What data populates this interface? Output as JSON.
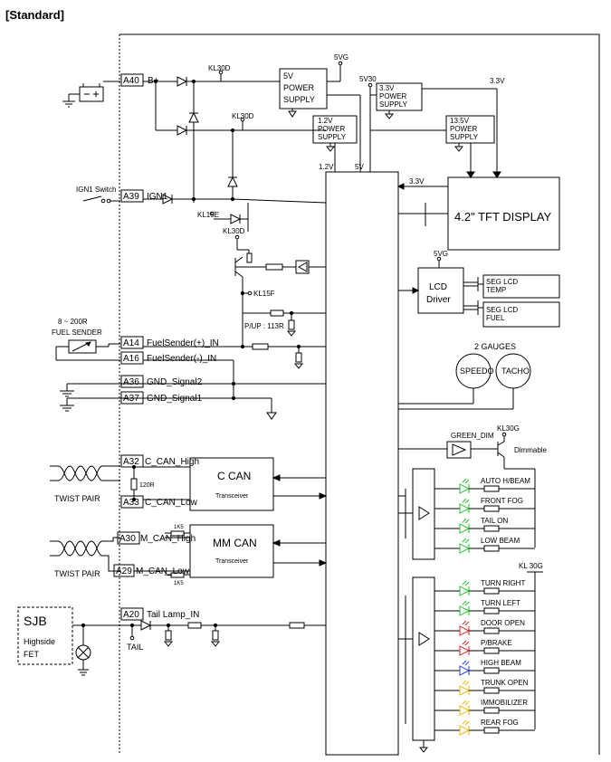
{
  "title": "[Standard]",
  "pins": {
    "A40": "A40",
    "A39": "A39",
    "A14": "A14",
    "A16": "A16",
    "A36": "A36",
    "A37": "A37",
    "A32": "A32",
    "A33": "A33",
    "A30": "A30",
    "A29": "A29",
    "A20": "A20"
  },
  "signals": {
    "bplus": "B+",
    "ign1": "IGN1",
    "fuel_pos": "FuelSender(+)_IN",
    "fuel_neg": "FuelSender(-)_IN",
    "gnd2": "GND_Signal2",
    "gnd1": "GND_Signal1",
    "c_can_high": "C_CAN_High",
    "c_can_low": "C_CAN_Low",
    "m_can_high": "M_CAN_High",
    "m_can_low": "M_CAN_Low",
    "tail_lamp": "Tail Lamp_IN"
  },
  "labels": {
    "ign1_switch": "IGN1 Switch",
    "kl30d": "KL30D",
    "kl15e": "KL15E",
    "kl15f": "KL15F",
    "kl30g": "KL30G",
    "kl30g2": "KL 30G",
    "v5vg": "5VG",
    "v5v30": "5V30",
    "v33": "3.3V",
    "v12": "1.2V",
    "v5": "5V",
    "pup": "P/UP : 113R",
    "fuel_range": "8 ~ 200R",
    "fuel_sender": "FUEL SENDER",
    "r120": "120R",
    "r1k5": "1K5",
    "twist_pair": "TWIST PAIR",
    "green_dim": "GREEN_DIM",
    "dimmable": "Dimmable",
    "two_gauges": "2 GAUGES",
    "tail": "TAIL",
    "sjb": "SJB",
    "highside": "Highside",
    "fet": "FET"
  },
  "power_blocks": {
    "p5v": [
      "5V",
      "POWER",
      "SUPPLY"
    ],
    "p12v": [
      "1.2V",
      "POWER",
      "SUPPLY"
    ],
    "p33v": [
      "3.3V",
      "POWER",
      "SUPPLY"
    ],
    "p135v": [
      "13.5V",
      "POWER",
      "SUPPLY"
    ]
  },
  "blocks": {
    "tft": "4.2\" TFT DISPLAY",
    "lcd_driver": [
      "LCD",
      "Driver"
    ],
    "seg_temp": [
      "SEG LCD",
      "TEMP"
    ],
    "seg_fuel": [
      "SEG LCD",
      "FUEL"
    ],
    "speedo": "SPEEDO",
    "tacho": "TACHO",
    "c_can": "C CAN",
    "mm_can": "MM CAN",
    "transceiver": "Transceiver"
  },
  "lamp_colors": {
    "green": "#22c02a",
    "red": "#e02020",
    "blue": "#1f3fd8",
    "yellow": "#f0b400"
  },
  "indicators_group1": [
    {
      "label": "AUTO H/BEAM",
      "color": "green"
    },
    {
      "label": "FRONT FOG",
      "color": "green"
    },
    {
      "label": "TAIL ON",
      "color": "green"
    },
    {
      "label": "LOW BEAM",
      "color": "green"
    }
  ],
  "indicators_group2": [
    {
      "label": "TURN RIGHT",
      "color": "green"
    },
    {
      "label": "TURN LEFT",
      "color": "green"
    },
    {
      "label": "DOOR OPEN",
      "color": "red"
    },
    {
      "label": "P/BRAKE",
      "color": "red"
    },
    {
      "label": "HIGH BEAM",
      "color": "blue"
    },
    {
      "label": "TRUNK OPEN",
      "color": "yellow"
    },
    {
      "label": "IMMOBILIZER",
      "color": "yellow"
    },
    {
      "label": "REAR FOG",
      "color": "yellow"
    }
  ]
}
